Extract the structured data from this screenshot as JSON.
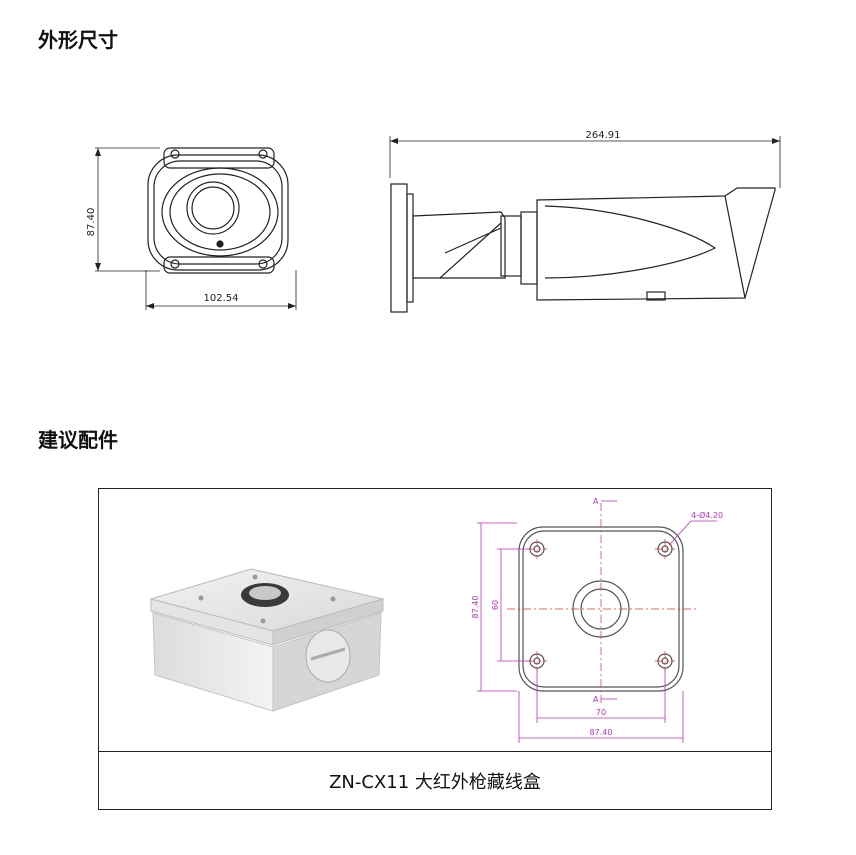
{
  "section1": {
    "title": "外形尺寸",
    "front_height": "87.40",
    "front_width": "102.54",
    "side_length": "264.91"
  },
  "section2": {
    "title": "建议配件",
    "caption": "ZN-CX11 大红外枪藏线盒",
    "drawing": {
      "hole_note": "4-Ø4.20",
      "section_mark": "A",
      "outer_height": "87.40",
      "inner_height": "60",
      "inner_width": "70",
      "outer_width": "87.40"
    }
  }
}
